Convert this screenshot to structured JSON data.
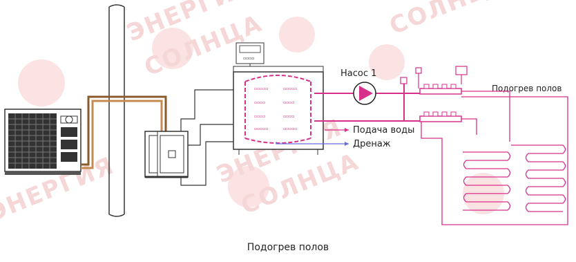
{
  "labels": {
    "pump": "Насос 1",
    "floor_heating": "Подогрев полов",
    "water_supply": "Подача воды",
    "drain": "Дренаж"
  },
  "caption": "Подогрев полов",
  "watermark": {
    "line1": "ЭНЕРГИЯ",
    "line2": "СОЛНЦА"
  },
  "colors": {
    "pipe_pink": "#d6308a",
    "pipe_brown": "#8a5a2b",
    "pipe_blue": "#6a6adc",
    "line": "#333333",
    "watermark": "#f6d7d7"
  }
}
